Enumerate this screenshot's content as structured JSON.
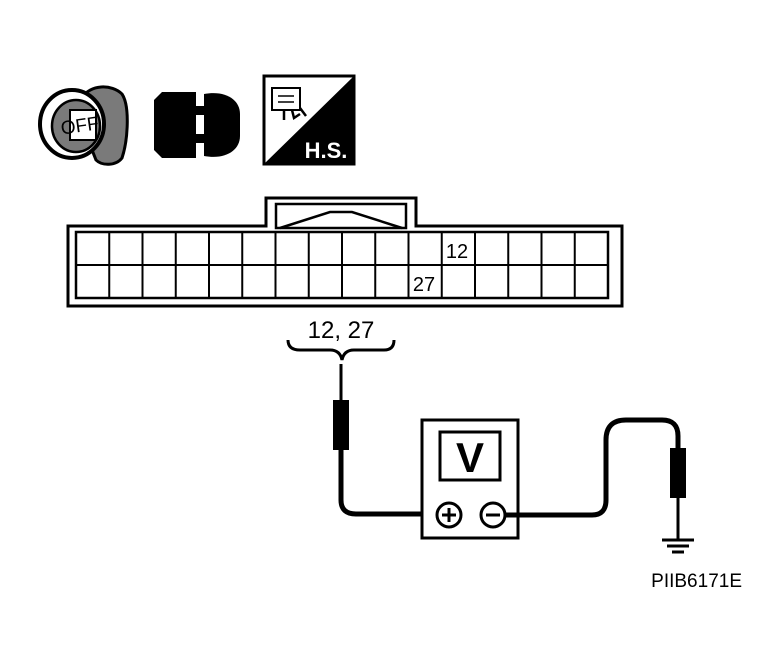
{
  "icons": {
    "ignition": {
      "name": "ignition-key-icon",
      "text": "OFF"
    },
    "connector": {
      "name": "connector-disconnected-icon"
    },
    "harness_side": {
      "name": "harness-side-icon",
      "text": "H.S."
    }
  },
  "connector": {
    "columns": 16,
    "rows": 2,
    "pin_top": "12",
    "pin_bottom": "27",
    "probe_label": "12, 27"
  },
  "meter": {
    "symbol": "V",
    "plus": "+",
    "minus": "−"
  },
  "figure_id": "PIIB6171E",
  "colors": {
    "ink": "#000000",
    "paper": "#ffffff",
    "icon_gray": "#7a7a7a"
  }
}
